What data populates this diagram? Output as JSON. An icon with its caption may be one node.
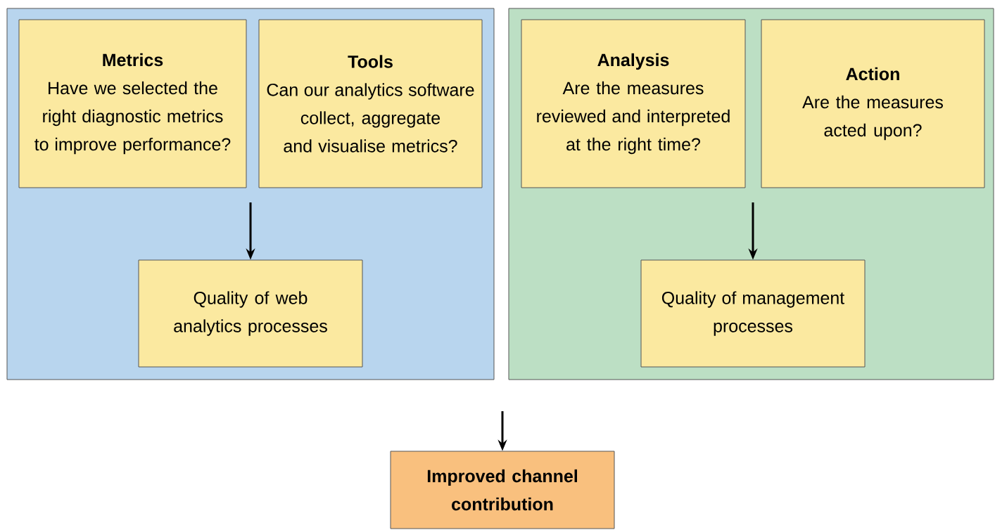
{
  "diagram": {
    "nodes": [
      {
        "text": [],
        "shape": "box"
      },
      {
        "text": [
          "Metrics",
          "Have we selected the right diagnostic metrics to improve performance?"
        ],
        "in": 0
      },
      {
        "text": [
          "Tools",
          "Can our analytics software collect, aggregate and visualise metrics?"
        ],
        "in": 0
      },
      {
        "text": [
          "Quality of web analytics processes"
        ],
        "in": 0
      },
      {
        "text": [],
        "shape": "box"
      },
      {
        "text": [
          "Analysis",
          "Are the measures reviewed and interpreted at the right time?"
        ],
        "in": 4
      },
      {
        "text": [
          "Action",
          "Are the measures acted upon?"
        ],
        "in": 4
      },
      {
        "text": [
          "Quality of management processes"
        ],
        "in": 4
      },
      {
        "text": [
          "Improved channel contribution"
        ]
      }
    ],
    "edges": [
      {
        "from": null,
        "to": 3,
        "arrow": "to"
      },
      {
        "from": null,
        "to": 7,
        "arrow": "to"
      },
      {
        "from": null,
        "to": 8,
        "arrow": "to"
      }
    ]
  }
}
